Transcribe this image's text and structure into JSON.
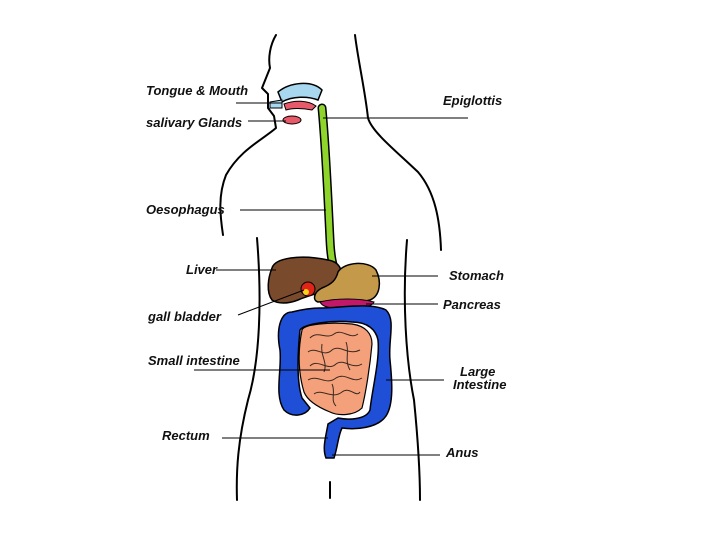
{
  "labels": {
    "tongue_mouth": "Tongue & Mouth",
    "salivary_glands": "salivary Glands",
    "epiglottis": "Epiglottis",
    "oesophagus": "Oesophagus",
    "liver": "Liver",
    "stomach": "Stomach",
    "gall_bladder": "gall bladder",
    "pancreas": "Pancreas",
    "small_intestine": "Small intestine",
    "large_intestine_line1": "Large",
    "large_intestine_line2": "Intestine",
    "rectum": "Rectum",
    "anus": "Anus"
  },
  "colors": {
    "oesophagus": "#8fd42a",
    "liver": "#7a4a2c",
    "stomach": "#c49a4a",
    "gall_bladder": "#e02418",
    "pancreas": "#c2186a",
    "small_intestine": "#f4a07a",
    "large_intestine": "#1f4fd6",
    "mouth": "#a8d8f0",
    "tongue": "#e85a6a"
  }
}
